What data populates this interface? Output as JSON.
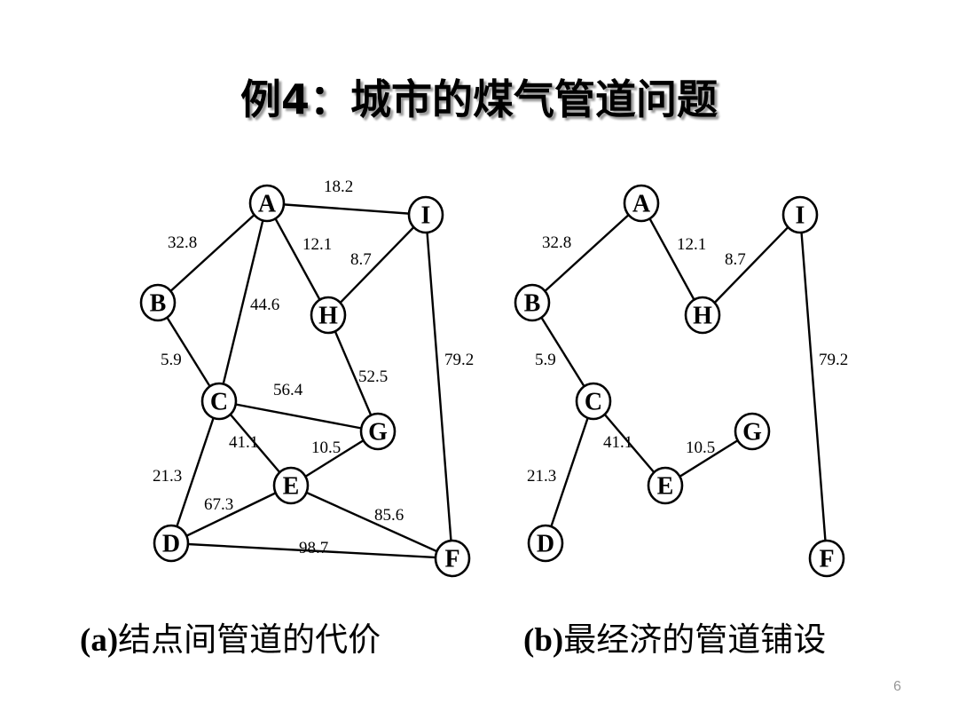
{
  "title": "例4：城市的煤气管道问题",
  "graph_a": {
    "nodes": [
      "A",
      "B",
      "C",
      "D",
      "E",
      "F",
      "G",
      "H",
      "I"
    ],
    "edges": [
      {
        "from": "A",
        "to": "I",
        "weight": "18.2"
      },
      {
        "from": "A",
        "to": "B",
        "weight": "32.8"
      },
      {
        "from": "A",
        "to": "H",
        "weight": "12.1"
      },
      {
        "from": "H",
        "to": "I",
        "weight": "8.7"
      },
      {
        "from": "A",
        "to": "C",
        "weight": "44.6"
      },
      {
        "from": "B",
        "to": "C",
        "weight": "5.9"
      },
      {
        "from": "H",
        "to": "G",
        "weight": "52.5"
      },
      {
        "from": "I",
        "to": "F",
        "weight": "79.2"
      },
      {
        "from": "C",
        "to": "G",
        "weight": "56.4"
      },
      {
        "from": "C",
        "to": "E",
        "weight": "41.1"
      },
      {
        "from": "E",
        "to": "G",
        "weight": "10.5"
      },
      {
        "from": "C",
        "to": "D",
        "weight": "21.3"
      },
      {
        "from": "D",
        "to": "E",
        "weight": "67.3"
      },
      {
        "from": "E",
        "to": "F",
        "weight": "85.6"
      },
      {
        "from": "D",
        "to": "F",
        "weight": "98.7"
      }
    ]
  },
  "graph_b": {
    "nodes": [
      "A",
      "B",
      "C",
      "D",
      "E",
      "F",
      "G",
      "H",
      "I"
    ],
    "edges": [
      {
        "from": "A",
        "to": "B",
        "weight": "32.8"
      },
      {
        "from": "A",
        "to": "H",
        "weight": "12.1"
      },
      {
        "from": "H",
        "to": "I",
        "weight": "8.7"
      },
      {
        "from": "B",
        "to": "C",
        "weight": "5.9"
      },
      {
        "from": "I",
        "to": "F",
        "weight": "79.2"
      },
      {
        "from": "C",
        "to": "E",
        "weight": "41.1"
      },
      {
        "from": "E",
        "to": "G",
        "weight": "10.5"
      },
      {
        "from": "C",
        "to": "D",
        "weight": "21.3"
      }
    ]
  },
  "captions": {
    "a_label": "(a)",
    "a_text": "结点间管道的代价",
    "b_label": "(b)",
    "b_text": "最经济的管道铺设"
  },
  "page_number": "6"
}
